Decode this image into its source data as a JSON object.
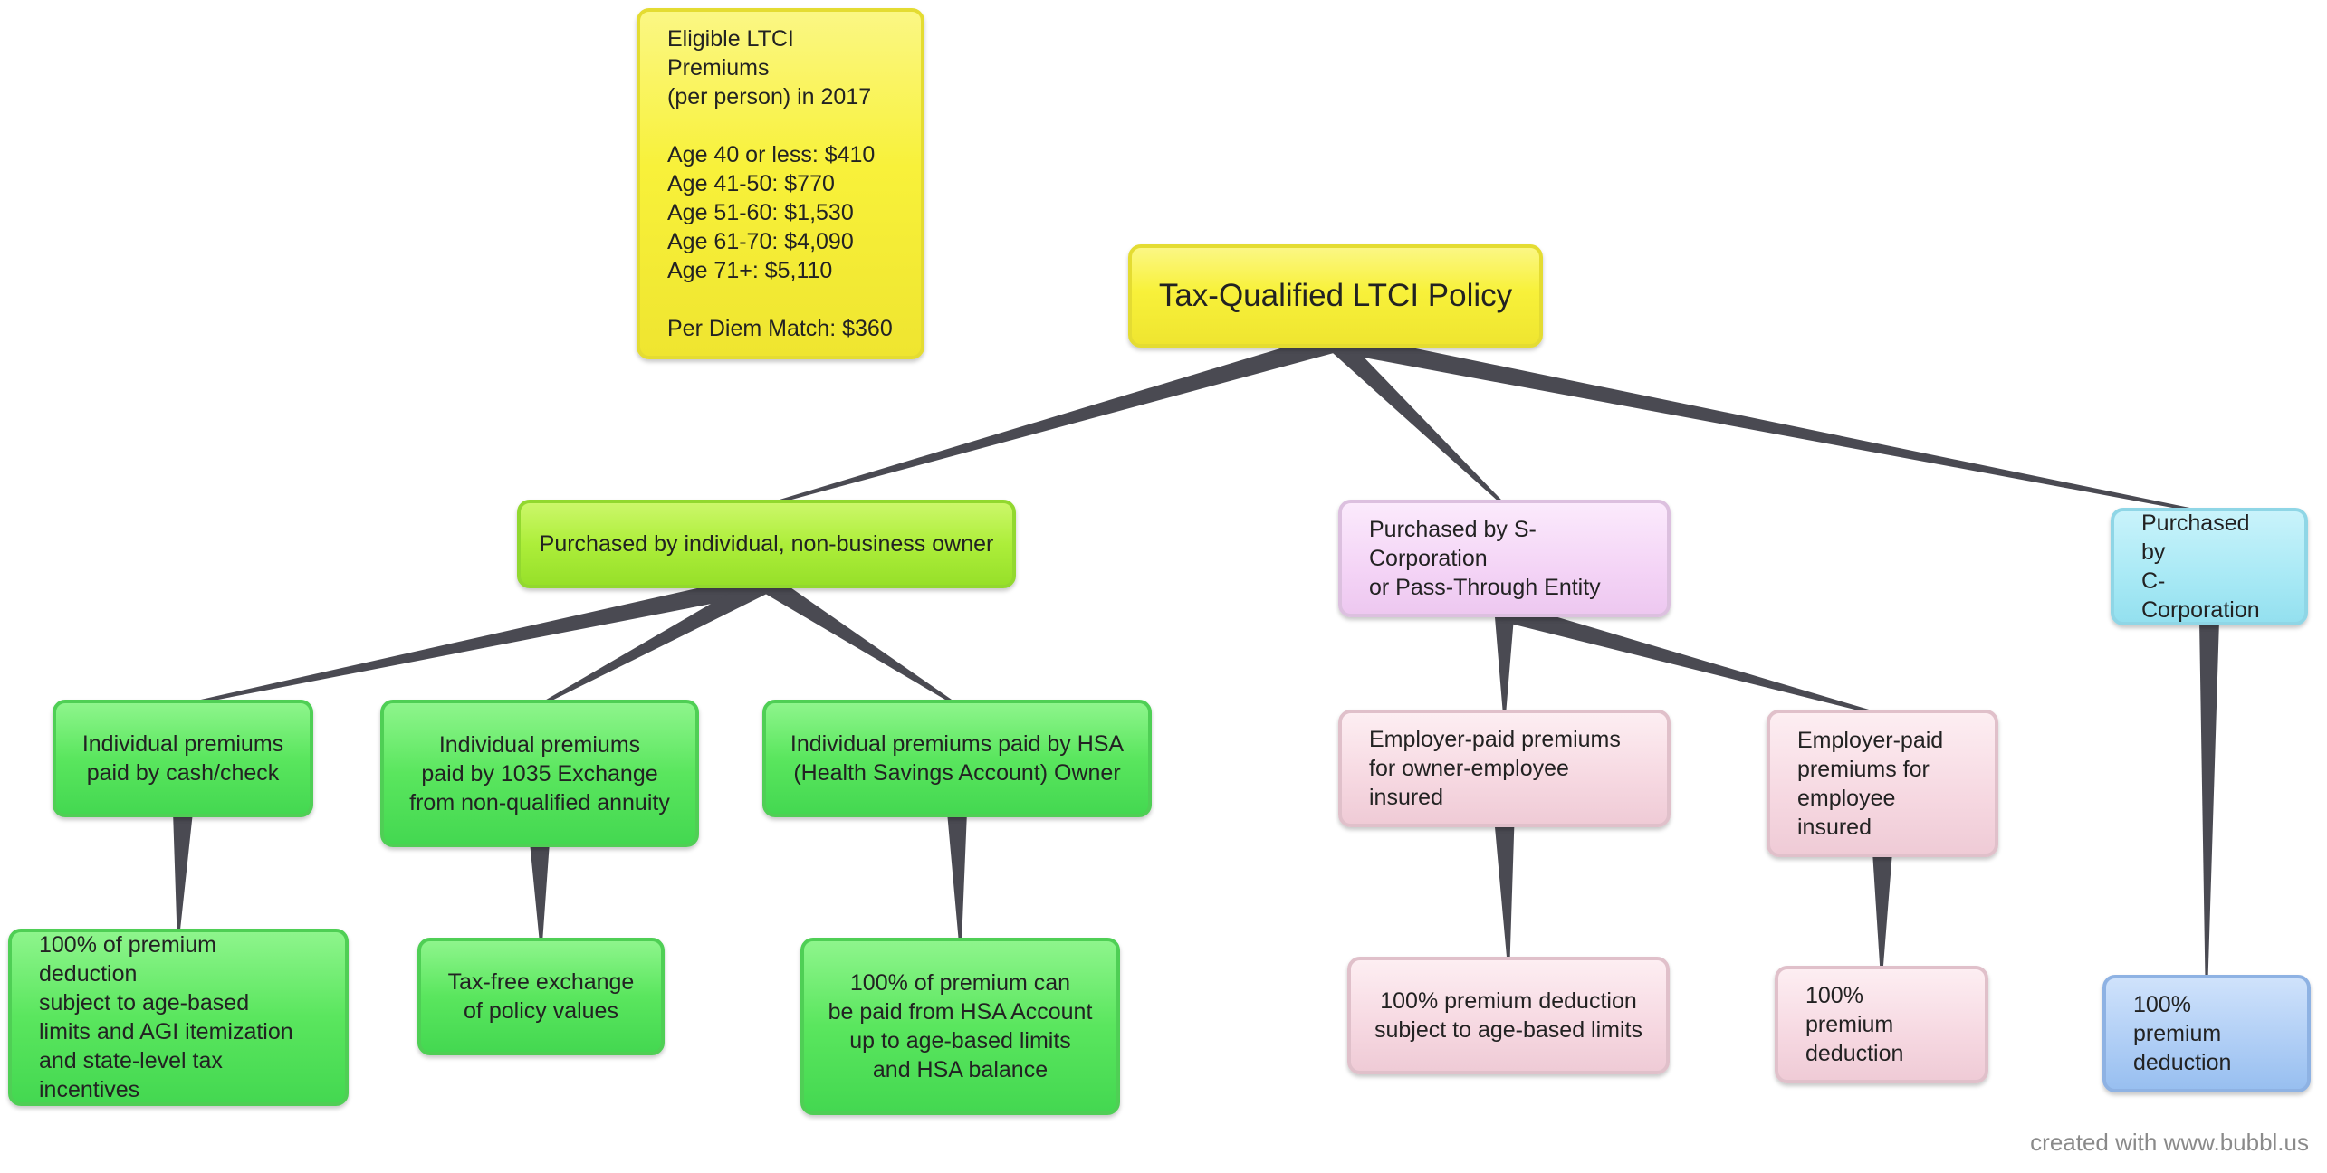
{
  "nodes": {
    "root": {
      "label": "Tax-Qualified LTCI Policy"
    },
    "premiums_info": {
      "label": "Eligible LTCI Premiums\n(per person) in 2017\n\nAge 40 or less: $410\nAge 41-50: $770\nAge 51-60: $1,530\nAge 61-70: $4,090\nAge 71+: $5,110\n\nPer Diem Match: $360"
    },
    "individual": {
      "label": "Purchased by individual, non-business owner"
    },
    "scorp": {
      "label": "Purchased by S-Corporation\nor Pass-Through Entity"
    },
    "ccorp": {
      "label": "Purchased by\nC-Corporation"
    },
    "cash_check": {
      "label": "Individual premiums\npaid by cash/check"
    },
    "exchange_1035": {
      "label": "Individual premiums\npaid by 1035 Exchange\nfrom non-qualified annuity"
    },
    "hsa": {
      "label": "Individual premiums paid by HSA\n(Health Savings Account)  Owner"
    },
    "owner_employee": {
      "label": "Employer-paid premiums\nfor owner-employee insured"
    },
    "employee": {
      "label": "Employer-paid\npremiums for\nemployee insured"
    },
    "cash_result": {
      "label": "100% of premium deduction\nsubject to age-based\nlimits and AGI itemization\nand state-level tax incentives"
    },
    "exchange_result": {
      "label": "Tax-free exchange\nof policy values"
    },
    "hsa_result": {
      "label": "100% of premium can\nbe paid from HSA Account\nup to age-based limits\nand HSA balance"
    },
    "owner_employee_result": {
      "label": "100% premium deduction\nsubject to age-based limits"
    },
    "employee_result": {
      "label": "100% premium\ndeduction"
    },
    "ccorp_result": {
      "label": "100% premium\ndeduction"
    }
  },
  "edges": [
    [
      "root",
      "individual"
    ],
    [
      "root",
      "scorp"
    ],
    [
      "root",
      "ccorp"
    ],
    [
      "individual",
      "cash_check"
    ],
    [
      "individual",
      "exchange_1035"
    ],
    [
      "individual",
      "hsa"
    ],
    [
      "scorp",
      "owner_employee"
    ],
    [
      "scorp",
      "employee"
    ],
    [
      "cash_check",
      "cash_result"
    ],
    [
      "exchange_1035",
      "exchange_result"
    ],
    [
      "hsa",
      "hsa_result"
    ],
    [
      "owner_employee",
      "owner_employee_result"
    ],
    [
      "employee",
      "employee_result"
    ],
    [
      "ccorp",
      "ccorp_result"
    ]
  ],
  "colors": {
    "connector": "#4a4a52",
    "root": "#f8f13a",
    "individual_branch": "#adee3a",
    "individual_children": "#5ae65e",
    "scorp_branch": "#f4d4f6",
    "scorp_children": "#f6d8e1",
    "ccorp_branch": "#a8e9f5",
    "ccorp_child": "#aecdf5"
  },
  "footer": {
    "credit": "created with www.bubbl.us"
  }
}
